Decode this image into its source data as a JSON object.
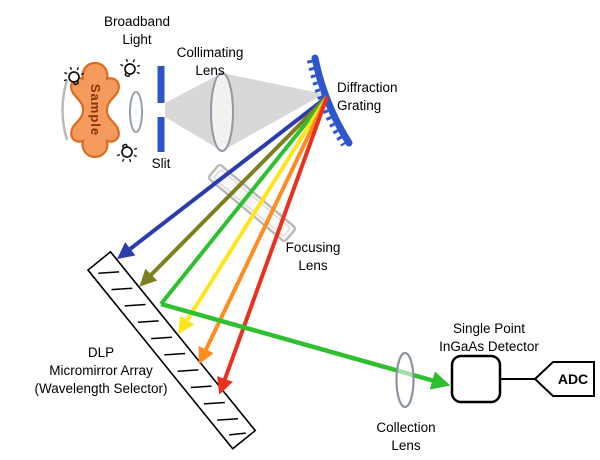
{
  "labels": {
    "broadband_light_line1": "Broadband",
    "broadband_light_line2": "Light",
    "sample": "Sample",
    "slit": "Slit",
    "collimating_lens_line1": "Collimating",
    "collimating_lens_line2": "Lens",
    "diffraction_grating_line1": "Diffraction",
    "diffraction_grating_line2": "Grating",
    "focusing_lens_line1": "Focusing",
    "focusing_lens_line2": "Lens",
    "dlp_line1": "DLP",
    "dlp_line2": "Micromirror Array",
    "dlp_line3": "(Wavelength Selector)",
    "collection_lens_line1": "Collection",
    "collection_lens_line2": "Lens",
    "detector_line1": "Single Point",
    "detector_line2": "InGaAs Detector",
    "adc": "ADC"
  },
  "colors": {
    "ray_blue": "#2b3dad",
    "ray_olive": "#7e7f1e",
    "ray_green": "#2fbf2f",
    "ray_yellow": "#ffe51e",
    "ray_orange": "#ff8c1f",
    "ray_red": "#e8311f",
    "slit_and_grating_blue": "#2f55cc",
    "beam_gray": "#d8d8d8",
    "sample_fill": "#f59a5d",
    "sample_outline": "#dd6a1e",
    "sample_text": "#8a3208"
  }
}
